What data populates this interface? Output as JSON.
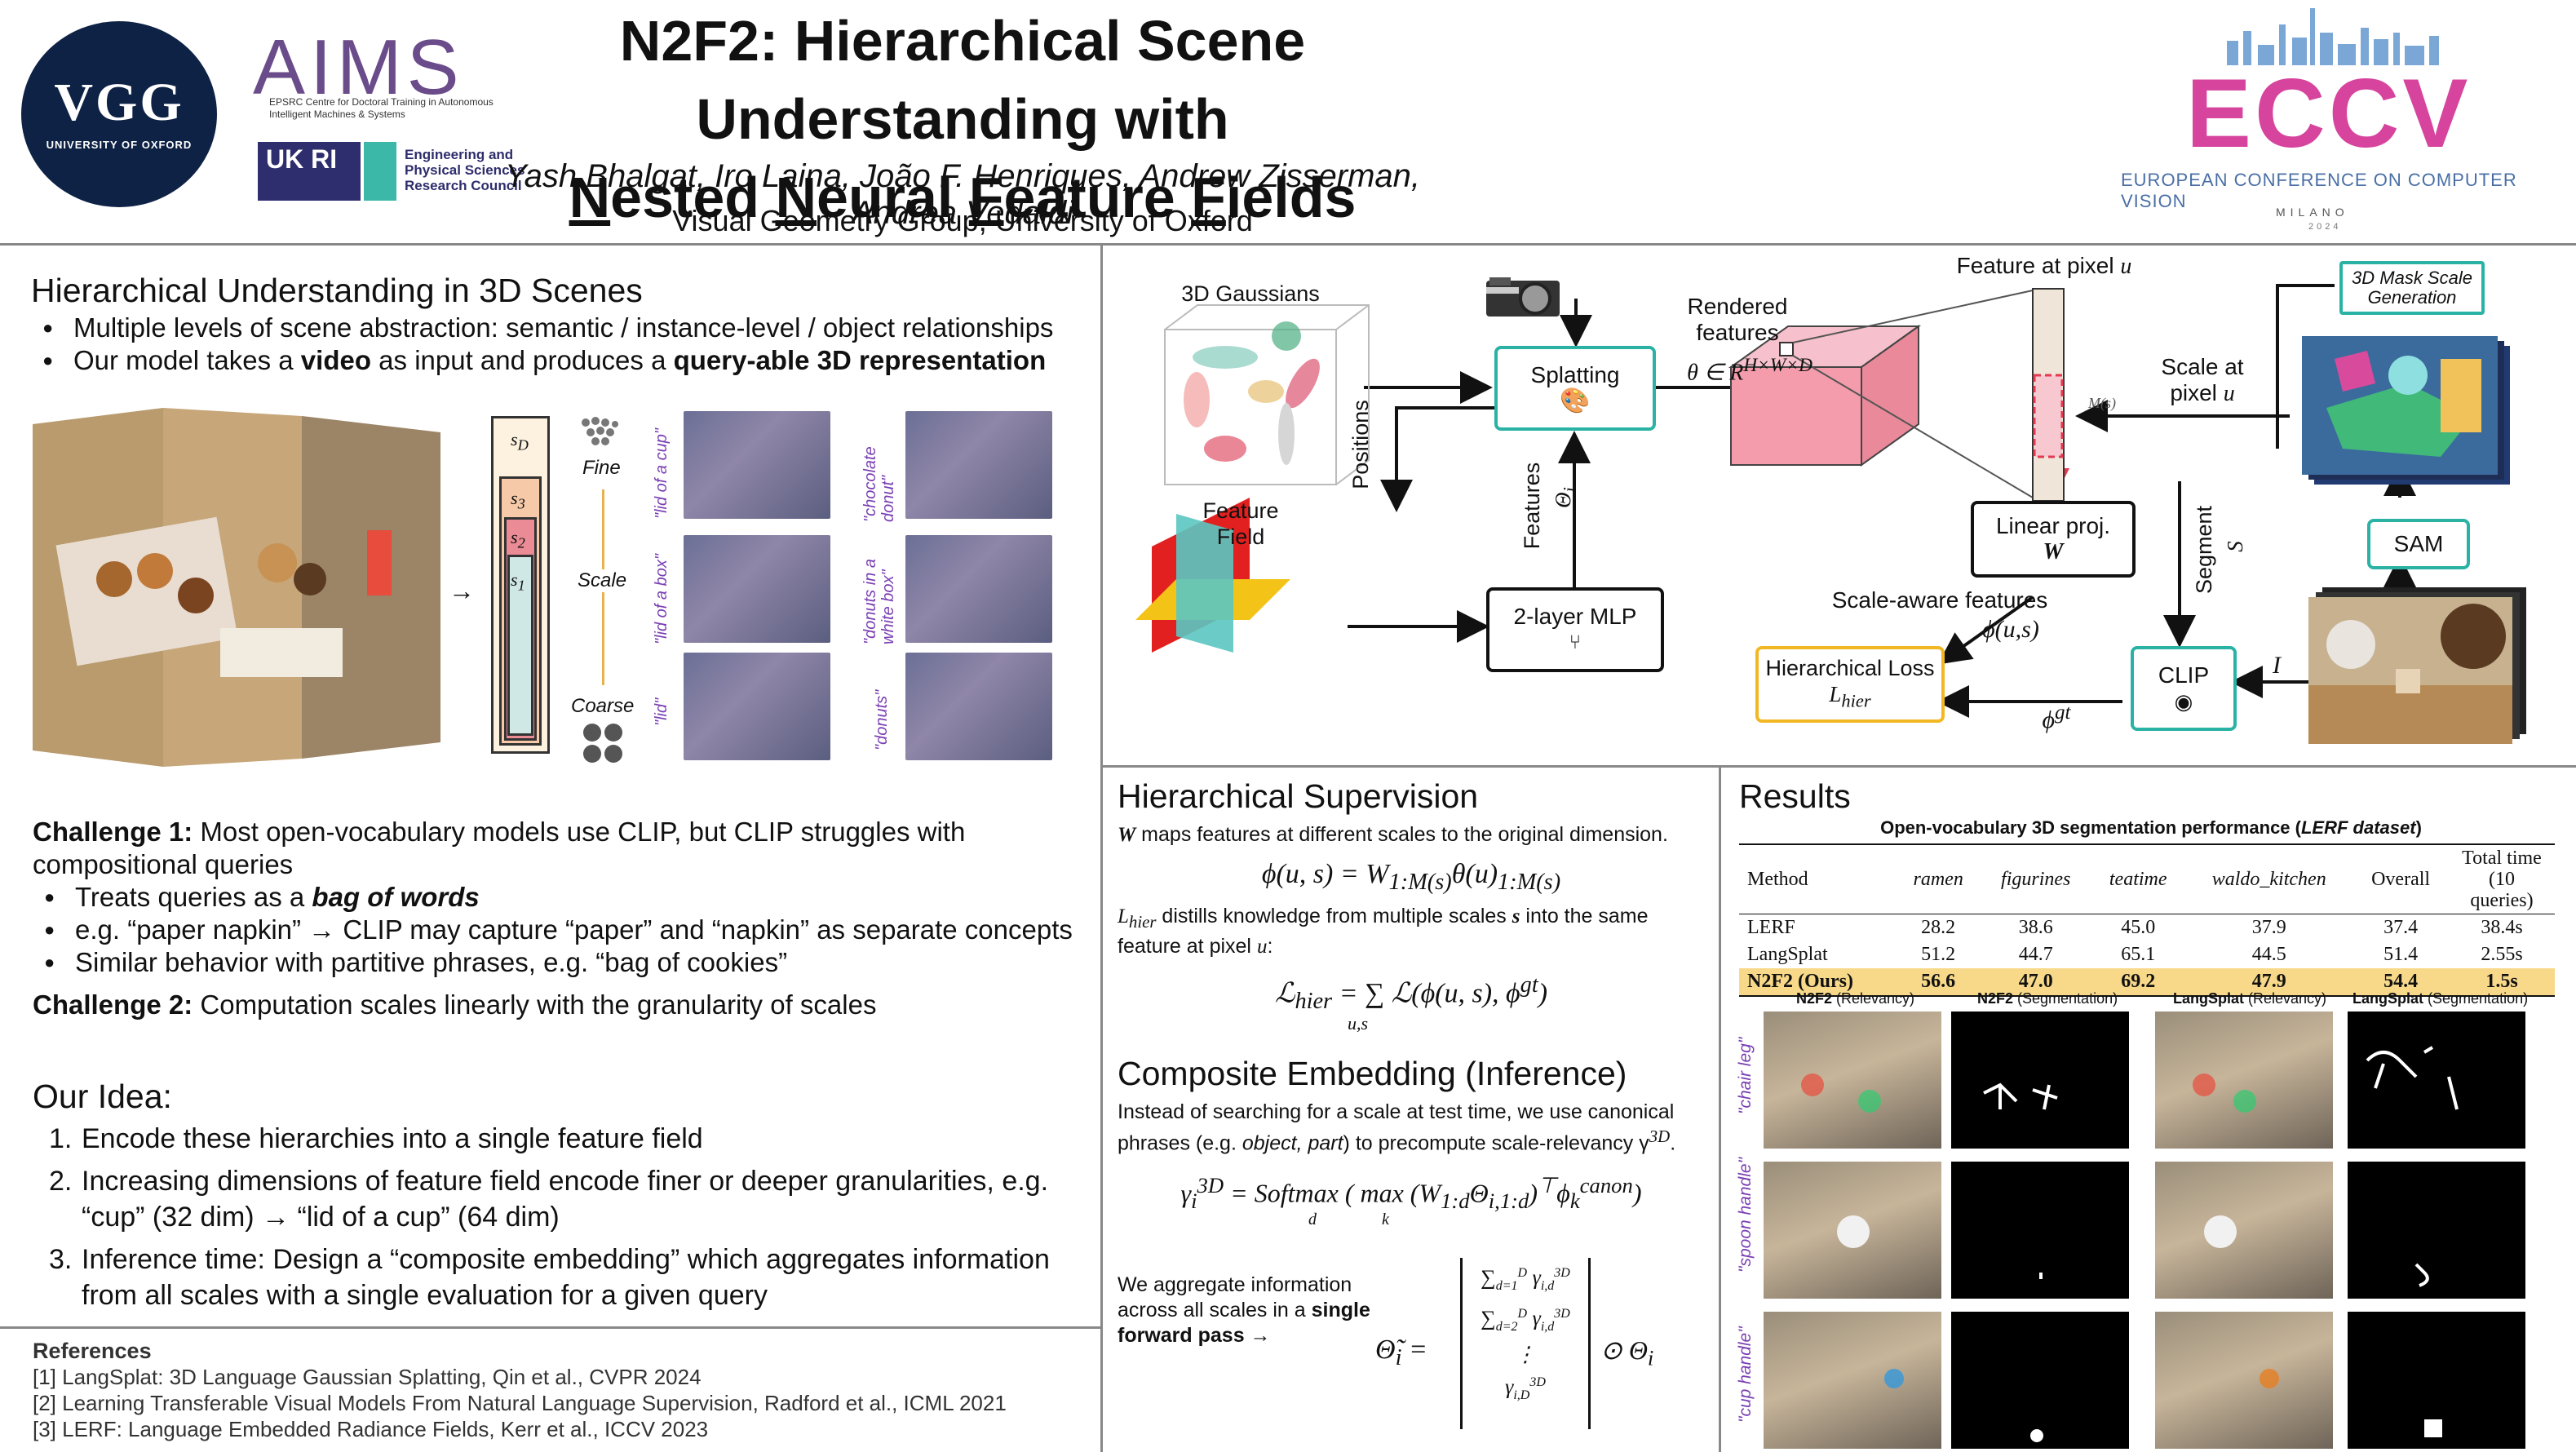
{
  "header": {
    "title_line1": "N2F2: Hierarchical Scene Understanding with",
    "title_line2_parts": [
      "N",
      "ested ",
      "N",
      "eural ",
      "F",
      "eature ",
      "F",
      "ields"
    ],
    "authors": "Yash Bhalgat, Iro Laina, João F. Henriques, Andrew Zisserman, Andrea Vedaldi",
    "affiliation": "Visual Geometry Group, University of Oxford",
    "vgg_logo": "VGG",
    "vgg_sub": "UNIVERSITY OF OXFORD",
    "aims_logo": "AIMS",
    "aims_sub": "EPSRC Centre for Doctoral Training in Autonomous Intelligent Machines & Systems",
    "ukri_logo": "UK RI",
    "epsrc_text": "Engineering and Physical Sciences Research Council",
    "eccv_logo": "ECCV",
    "eccv_sub": "EUROPEAN CONFERENCE ON COMPUTER VISION",
    "milano": "MILANO",
    "eccv_year": "2024"
  },
  "intro": {
    "heading": "Hierarchical Understanding in 3D Scenes",
    "bullet1": "Multiple levels of scene abstraction: semantic / instance-level / object relationships",
    "bullet2_pre": "Our model takes a ",
    "bullet2_b1": "video",
    "bullet2_mid": " as input and produces a ",
    "bullet2_b2": "query-able 3D representation",
    "scale_labels": {
      "sd": "s",
      "sd_sub": "D",
      "s3": "s",
      "s3_sub": "3",
      "s2": "s",
      "s2_sub": "2",
      "s1": "s",
      "s1_sub": "1",
      "fine": "Fine",
      "scale": "Scale",
      "coarse": "Coarse"
    },
    "queries": [
      "\"lid of a cup\"",
      "\"chocolate donut\"",
      "\"lid of a box\"",
      "\"donuts in a white box\"",
      "\"lid\"",
      "\"donuts\""
    ]
  },
  "challenges": {
    "c1_label": "Challenge 1:",
    "c1_text": " Most open-vocabulary models use CLIP, but CLIP struggles with compositional queries",
    "c1_b1_pre": "Treats queries as a ",
    "c1_b1_em": "bag of words",
    "c1_b2": "e.g. “paper napkin” → CLIP may capture “paper” and “napkin” as separate concepts",
    "c1_b3": "Similar behavior with partitive phrases, e.g. “bag of cookies”",
    "c2_label": "Challenge 2:",
    "c2_text": " Computation scales linearly with the granularity of scales"
  },
  "idea": {
    "heading": "Our Idea:",
    "i1": "Encode these hierarchies into a single feature field",
    "i2": "Increasing dimensions of feature field encode finer or deeper granularities, e.g. “cup” (32 dim) → “lid of a cup” (64 dim)",
    "i3_label": "Inference time",
    "i3_text": ": Design a “composite embedding” which aggregates information from all scales with a single evaluation for a given query",
    "n1": "1.",
    "n2": "2.",
    "n3": "3."
  },
  "references": {
    "heading": "References",
    "r1": "[1] LangSplat: 3D Language Gaussian Splatting, Qin et al., CVPR 2024",
    "r2": "[2] Learning Transferable Visual Models From Natural Language Supervision, Radford et al., ICML 2021",
    "r3": "[3] LERF: Language Embedded Radiance Fields, Kerr et al., ICCV 2023"
  },
  "pipeline": {
    "gaussians": "3D Gaussians",
    "splatting": "Splatting",
    "rendered": "Rendered features",
    "rendered_math": "θ ∈ R",
    "rendered_sup": "H×W×D",
    "feature_pixel": "Feature at pixel ",
    "u": "u",
    "mask_gen": "3D Mask Scale Generation",
    "scale_at": "Scale at pixel ",
    "positions": "Positions",
    "features": "Features",
    "theta_i": "Θ",
    "feature_field": "Feature Field",
    "mlp": "2-layer MLP",
    "linear": "Linear proj.",
    "W": "W",
    "scale_aware": "Scale-aware features",
    "phi": "ϕ(u,s)",
    "loss": "Hierarchical Loss",
    "lhier": "L",
    "lhier_sub": "hier",
    "clip": "CLIP",
    "phi_gt": "ϕ",
    "gt": "gt",
    "sam": "SAM",
    "segment": "Segment",
    "S": "S",
    "I": "I",
    "ms": "M(s)"
  },
  "supervision": {
    "heading": "Hierarchical Supervision",
    "t1_b": "W",
    "t1": " maps features at different scales to the original dimension.",
    "eq1": "ϕ(u, s) = W",
    "eq1_sub": "1:M(s)",
    "eq1_rest": "θ(u)",
    "eq1_sub2": "1:M(s)",
    "t2_b": "L",
    "t2_sub": "hier",
    "t2": " distills knowledge from multiple scales ",
    "t2_s": "s",
    "t2_end": " into the same feature at pixel ",
    "t2_u": "u",
    ":": ":",
    "eq2": "ℒ",
    "eq2_sub": "hier",
    "eq2_rest": "= ∑ ℒ(ϕ(u, s), ϕ",
    "eq2_gt": "gt",
    "eq2_end": ")",
    "eq2_under": "u,s"
  },
  "composite": {
    "heading": "Composite Embedding (Inference)",
    "t1": "Instead of searching for a scale at test time, we use canonical phrases (e.g. ",
    "t1_em": "object, part",
    "t1_end": ") to precompute scale-relevancy γ",
    "gsup": "3D",
    "eq": "= Softmax ( max (W",
    "eq_sub": "1:d",
    "eq_mid": "Θ",
    "eq_sub2": "i,1:d",
    "eq_mid2": ")",
    "eq_T": "⊤",
    "eq_phi": "ϕ",
    "eq_canon": "canon",
    "d": "d",
    "k": "k",
    "gamma": "γ",
    "i": "i",
    "agg1": "We aggregate information across all scales in a ",
    "agg_b": "single forward pass →",
    "theta_tilde": "Θ̃",
    "eq_theta": "=",
    "odot": "⊙ Θ",
    "m1": "∑",
    "m1_sup": "D",
    "m1_sub": "d=1",
    "m2": "∑",
    "m2_sup": "D",
    "m2_sub": "d=2",
    "dots": "⋮",
    "m4": "γ",
    "m4_sup": "3D",
    "m4_sub": "i,D",
    "gid": "i,d",
    "g3d": "3D"
  },
  "results": {
    "heading": "Results",
    "table_title_pre": "Open-vocabulary 3D segmentation performance (",
    "table_title_em": "LERF dataset",
    "table_title_post": ")",
    "columns": [
      "Method",
      "ramen",
      "figurines",
      "teatime",
      "waldo_kitchen",
      "Overall",
      "Total time (10 queries)"
    ],
    "rows": [
      [
        "LERF",
        "28.2",
        "38.6",
        "45.0",
        "37.9",
        "37.4",
        "38.4s"
      ],
      [
        "LangSplat",
        "51.2",
        "44.7",
        "65.1",
        "44.5",
        "51.4",
        "2.55s"
      ],
      [
        "N2F2 (Ours)",
        "56.6",
        "47.0",
        "69.2",
        "47.9",
        "54.4",
        "1.5s"
      ]
    ],
    "grid_headers": [
      {
        "b": "N2F2",
        "n": " (Relevancy)"
      },
      {
        "b": "N2F2",
        "n": " (Segmentation)"
      },
      {
        "b": "LangSplat",
        "n": " (Relevancy)"
      },
      {
        "b": "LangSplat",
        "n": " (Segmentation)"
      }
    ],
    "grid_queries": [
      "\"chair leg\"",
      "\"spoon handle\"",
      "\"cup handle\""
    ]
  }
}
